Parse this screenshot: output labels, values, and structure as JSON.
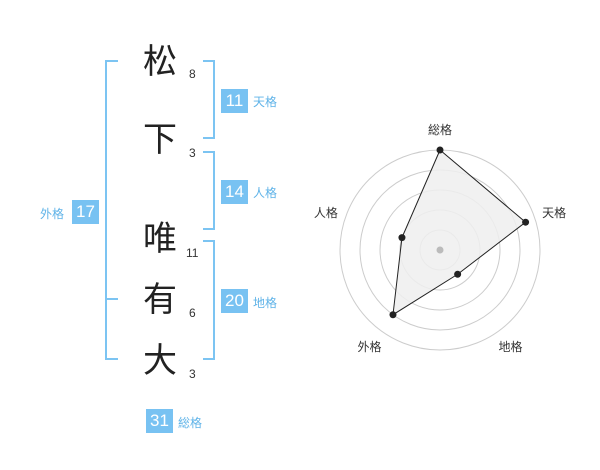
{
  "name_chars": [
    {
      "char": "松",
      "strokes": "8"
    },
    {
      "char": "下",
      "strokes": "3"
    },
    {
      "char": "唯",
      "strokes": "11"
    },
    {
      "char": "有",
      "strokes": "6"
    },
    {
      "char": "大",
      "strokes": "3"
    }
  ],
  "kakusu": {
    "tenkaku": {
      "value": "11",
      "label": "天格"
    },
    "jinkaku": {
      "value": "14",
      "label": "人格"
    },
    "chikaku": {
      "value": "20",
      "label": "地格"
    },
    "gaikaku": {
      "value": "17",
      "label": "外格"
    },
    "soukaku": {
      "value": "31",
      "label": "総格"
    }
  },
  "radar": {
    "axes": [
      "総格",
      "天格",
      "地格",
      "外格",
      "人格"
    ],
    "levels": 5,
    "values": [
      1.0,
      0.9,
      0.3,
      0.8,
      0.4
    ],
    "colors": {
      "fill": "#eeeeee",
      "stroke": "#222222",
      "grid": "#cccccc",
      "center": "#bbbbbb"
    }
  }
}
